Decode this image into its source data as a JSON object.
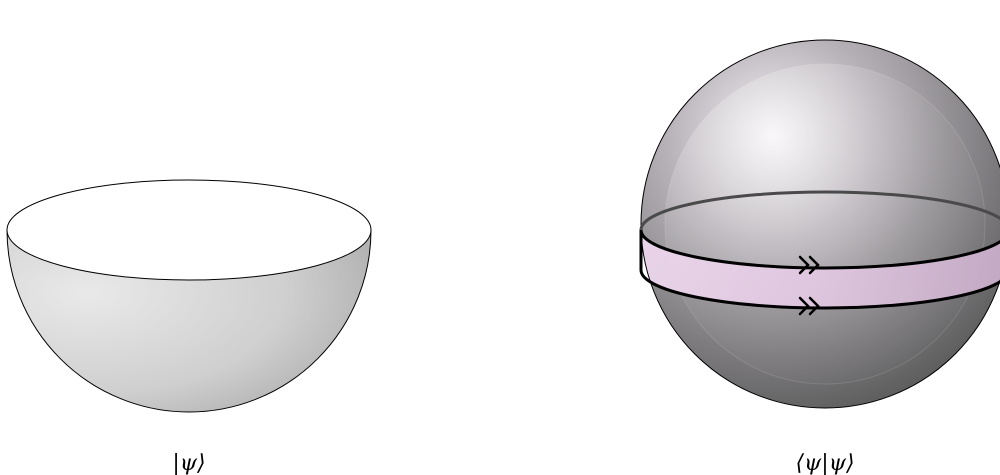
{
  "figure": {
    "left": {
      "label": "|ψ⟩",
      "shape": "hemisphere"
    },
    "right": {
      "label": "⟨ψ|ψ⟩",
      "shape": "glued-sphere"
    }
  },
  "colors": {
    "stroke": "#000000",
    "hemisphere_light": "#e6e6e6",
    "hemisphere_dark": "#a9a9a9",
    "sphere_light": "#efedf1",
    "sphere_dark": "#555555",
    "band": "#e3cde3",
    "top_face": "#ffffff"
  }
}
